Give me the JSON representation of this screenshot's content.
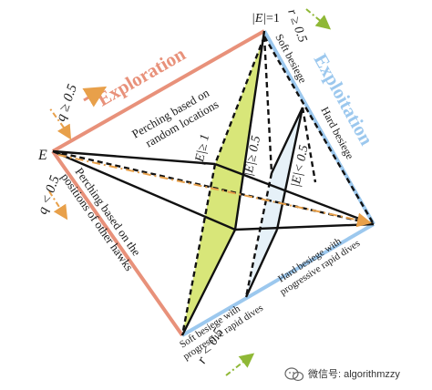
{
  "colors": {
    "exploration": "#e8917a",
    "exploitation": "#9cc8ee",
    "arrow": "#e8a04a",
    "arrow_green": "#8fb836",
    "yellow_fill": "#d4e36a",
    "blue_fill": "#e6f1f8",
    "line": "#111111"
  },
  "headings": {
    "exploration": "Exploration",
    "exploitation": "Exploitation"
  },
  "params": {
    "q_top": "q ≥ 0.5",
    "q_bottom": "q < 0.5",
    "E_left": "E",
    "E_top_pre": "|E|",
    "E_top_val": "=1",
    "r_top": "r ≥ 0.5",
    "r_bottom": "r < 0.5"
  },
  "regions": {
    "perch_random_line1": "Perching based on",
    "perch_random_line2": "random locations",
    "perch_hawks_line1": "Perching based on the",
    "perch_hawks_line2": "positions of other hawks",
    "soft_besiege": "Soft besiege",
    "hard_besiege": "Hard besiege",
    "hard_dives_line1": "Hard besiege with",
    "hard_dives_line2": "progressive rapid dives",
    "soft_dives_line1": "Soft besiege with",
    "soft_dives_line2": "progressive rapid dives"
  },
  "planes": {
    "e_ge_1": "|E|≥ 1",
    "e_ge_05": "|E|≥ 0.5",
    "e_lt_05": "|E|< 0.5"
  },
  "watermark": {
    "icon": "wechat-icon",
    "text": "微信号: algorithmzzy"
  }
}
